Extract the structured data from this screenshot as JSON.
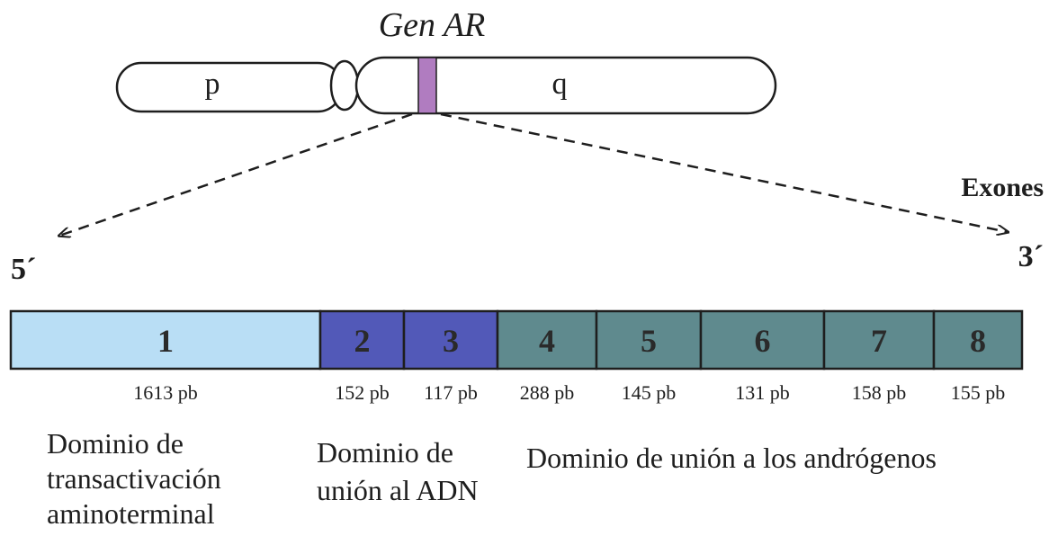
{
  "gene_title": "Gen AR",
  "chromosome": {
    "p_label": "p",
    "q_label": "q"
  },
  "strand": {
    "five_prime": "5´",
    "three_prime": "3´"
  },
  "exons_label": "Exones",
  "exons": [
    {
      "number": "1",
      "size": "1613 pb",
      "color": "#b9def5"
    },
    {
      "number": "2",
      "size": "152 pb",
      "color": "#5259b8"
    },
    {
      "number": "3",
      "size": "117 pb",
      "color": "#5259b8"
    },
    {
      "number": "4",
      "size": "288 pb",
      "color": "#5f8a8e"
    },
    {
      "number": "5",
      "size": "145 pb",
      "color": "#5f8a8e"
    },
    {
      "number": "6",
      "size": "131 pb",
      "color": "#5f8a8e"
    },
    {
      "number": "7",
      "size": "158 pb",
      "color": "#5f8a8e"
    },
    {
      "number": "8",
      "size": "155 pb",
      "color": "#5f8a8e"
    }
  ],
  "domains": {
    "transactivation": [
      "Dominio de",
      "transactivación",
      "aminoterminal"
    ],
    "dna_binding": [
      "Dominio de",
      "unión al ADN"
    ],
    "androgen_binding": "Dominio de unión a los andrógenos"
  },
  "colors": {
    "gene_band": "#b07cc0",
    "outline": "#1e1e1e"
  }
}
